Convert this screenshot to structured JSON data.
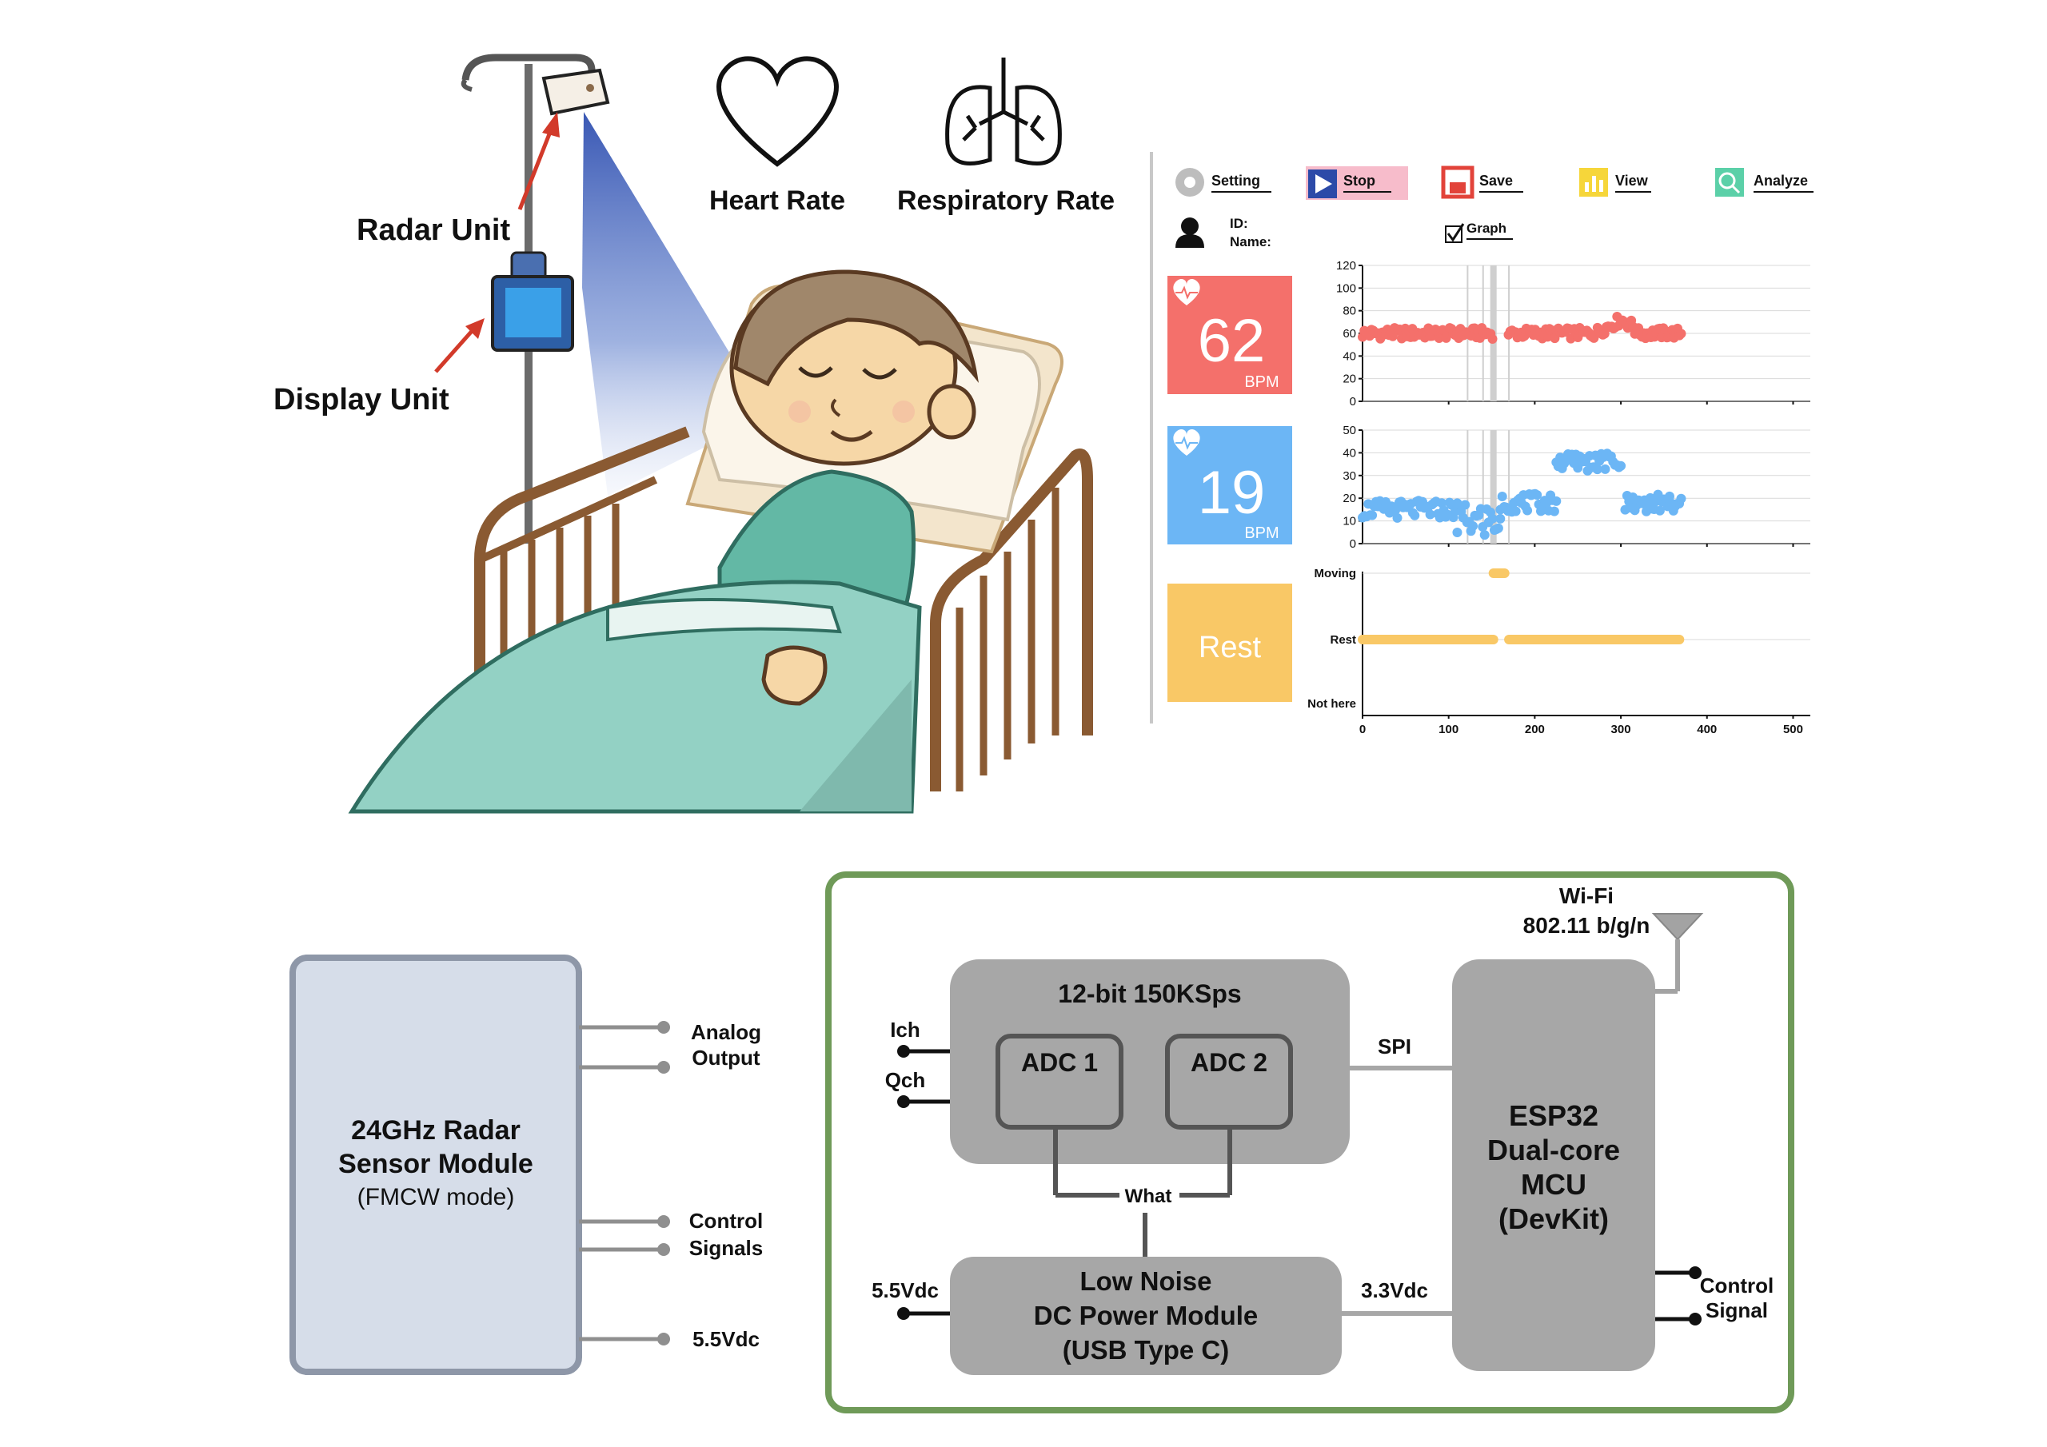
{
  "labels": {
    "radar_unit": "Radar Unit",
    "display_unit": "Display Unit",
    "heart_rate": "Heart Rate",
    "respiratory_rate": "Respiratory Rate"
  },
  "toolbar": {
    "setting": "Setting",
    "stop": "Stop",
    "save": "Save",
    "view": "View",
    "analyze": "Analyze",
    "graph": "Graph",
    "graph_checked": true
  },
  "patient": {
    "id_label": "ID:",
    "name_label": "Name:"
  },
  "tiles": {
    "heart": {
      "value": "62",
      "unit": "BPM",
      "color": "#f4706b"
    },
    "resp": {
      "value": "19",
      "unit": "BPM",
      "color": "#6cb6f5"
    },
    "state": {
      "value": "Rest",
      "color": "#f9c866"
    }
  },
  "chart_data": [
    {
      "type": "scatter",
      "series": [
        {
          "color": "#f4706b",
          "x_range": [
            0,
            370
          ],
          "y_center": 60,
          "bump_center_at_300": 72
        }
      ],
      "ylim": [
        0,
        120
      ],
      "yticks": [
        "120",
        "100",
        "80",
        "60",
        "40",
        "20",
        "0"
      ],
      "xlim": [
        0,
        520
      ]
    },
    {
      "type": "scatter",
      "series": [
        {
          "color": "#6cb6f5",
          "segments": [
            {
              "x": [
                0,
                110
              ],
              "y": 15
            },
            {
              "x": [
                110,
                160
              ],
              "y": 10
            },
            {
              "x": [
                160,
                225
              ],
              "y": 18
            },
            {
              "x": [
                225,
                300
              ],
              "y": 36
            },
            {
              "x": [
                305,
                370
              ],
              "y": 18
            }
          ]
        }
      ],
      "ylim": [
        0,
        50
      ],
      "yticks": [
        "50",
        "40",
        "30",
        "20",
        "10",
        "0"
      ],
      "xlim": [
        0,
        520
      ]
    },
    {
      "type": "scatter",
      "categories": [
        "Moving",
        "Rest",
        "Not here"
      ],
      "series": [
        {
          "color": "#f9c866",
          "segments": [
            {
              "category": "Moving",
              "x": [
                152,
                165
              ]
            },
            {
              "category": "Rest",
              "x": [
                0,
                152
              ]
            },
            {
              "category": "Rest",
              "x": [
                170,
                368
              ]
            }
          ]
        }
      ],
      "xticks": [
        "0",
        "100",
        "200",
        "300",
        "400",
        "500"
      ],
      "xlim": [
        0,
        520
      ]
    }
  ],
  "sensor": {
    "title1": "24GHz Radar",
    "title2": "Sensor Module",
    "mode": "(FMCW mode)",
    "analog1": "Analog",
    "analog2": "Output",
    "ctrl1": "Control",
    "ctrl2": "Signals",
    "vdc": "5.5Vdc"
  },
  "board": {
    "wifi1": "Wi-Fi",
    "wifi2": "802.11 b/g/n",
    "adc_title": "12-bit 150KSps",
    "adc1": "ADC 1",
    "adc2": "ADC 2",
    "ich": "Ich",
    "qch": "Qch",
    "spi": "SPI",
    "what": "What",
    "vin": "5.5Vdc",
    "power1": "Low Noise",
    "power2": "DC Power Module",
    "power3": "(USB Type C)",
    "v33": "3.3Vdc",
    "esp1": "ESP32",
    "esp2": "Dual-core",
    "esp3": "MCU",
    "esp4": "(DevKit)",
    "ctrl1": "Control",
    "ctrl2": "Signal",
    "border_color": "#6f9a58"
  }
}
